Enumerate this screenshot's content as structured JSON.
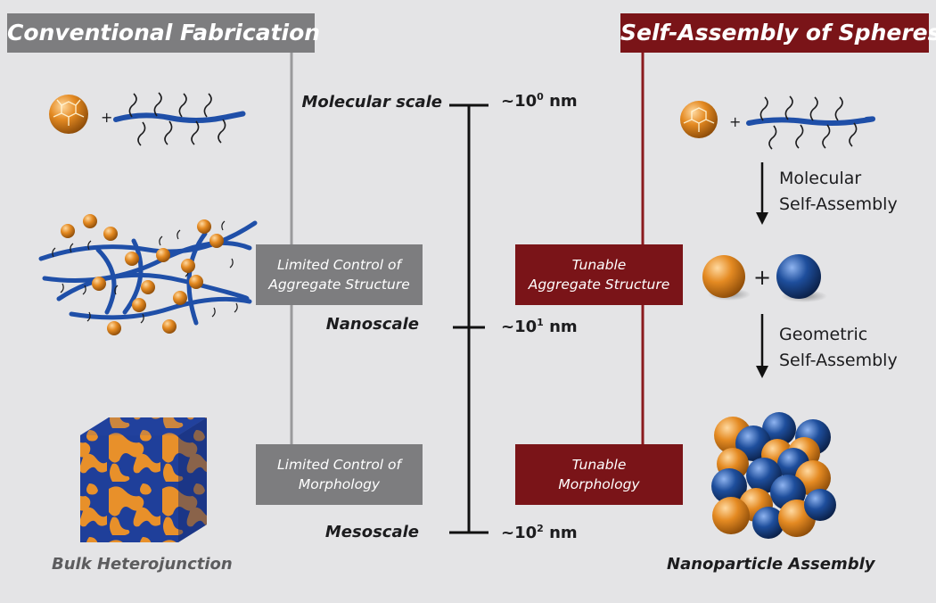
{
  "header": {
    "left_title": "Conventional Fabrication",
    "right_title": "Self-Assembly of Spheres"
  },
  "scale": {
    "molecular": {
      "name": "Molecular scale",
      "base": "~10",
      "exp": "0",
      "unit": "nm"
    },
    "nano": {
      "name": "Nanoscale",
      "base": "~10",
      "exp": "1",
      "unit": "nm"
    },
    "meso": {
      "name": "Mesoscale",
      "base": "~10",
      "exp": "2",
      "unit": "nm"
    }
  },
  "left_boxes": {
    "aggregate": {
      "line1": "Limited Control of",
      "line2": "Aggregate Structure"
    },
    "morphology": {
      "line1": "Limited Control of",
      "line2": "Morphology"
    }
  },
  "right_boxes": {
    "aggregate": {
      "line1": "Tunable",
      "line2": "Aggregate Structure"
    },
    "morphology": {
      "line1": "Tunable",
      "line2": "Morphology"
    }
  },
  "steps": {
    "molecular": {
      "line1": "Molecular",
      "line2": "Self-Assembly"
    },
    "geometric": {
      "line1": "Geometric",
      "line2": "Self-Assembly"
    }
  },
  "captions": {
    "left": "Bulk Heterojunction",
    "right": "Nanoparticle Assembly"
  },
  "symbols": {
    "plus": "+"
  },
  "colors": {
    "gray_panel": "#7d7d7f",
    "maroon_panel": "#7a1418",
    "orange": "#e58a1f",
    "blue": "#1e4e9c",
    "background": "#e4e4e6"
  }
}
